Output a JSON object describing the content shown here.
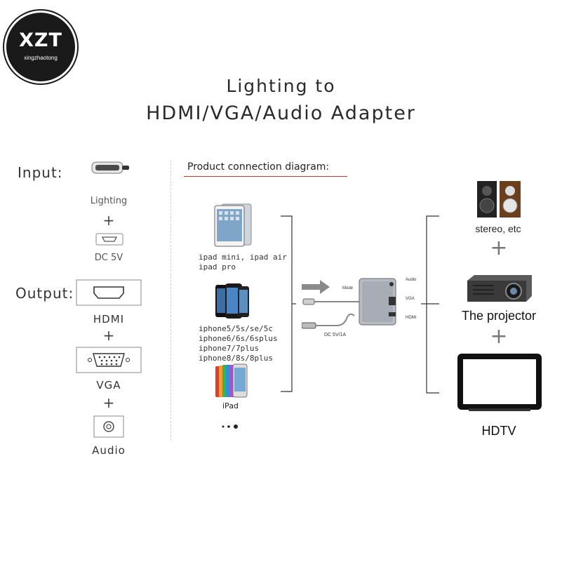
{
  "logo": {
    "brand": "XZT",
    "sub": "xingzhaotong"
  },
  "title": {
    "line1": "Lighting to",
    "line2": "HDMI/VGA/Audio Adapter"
  },
  "left": {
    "input_label": "Input:",
    "lighting": "Lighting",
    "dc": "DC  5V",
    "output_label": "Output:",
    "hdmi": "HDMI",
    "vga": "VGA",
    "audio": "Audio",
    "plus": "+"
  },
  "diagram": {
    "heading": "Product connection diagram:",
    "ipad_text": [
      "ipad mini, ipad air",
      "ipad pro"
    ],
    "iphone_text": [
      "iphone5/5s/se/5c",
      "iphone6/6s/6splus",
      "iphone7/7plus",
      "iphone8/8s/8plus"
    ],
    "ipod_label": "iPad",
    "adapter_labels": {
      "mode": "Mode",
      "audio": "Audio",
      "vga": "VGA",
      "hdmi": "HDMI",
      "dc": "DC 5V/1A"
    }
  },
  "right": {
    "stereo": "stereo, etc",
    "projector": "The projector",
    "hdtv": "HDTV",
    "plus": "+"
  },
  "colors": {
    "accent_line": "#c0392b",
    "logo_bg": "#1a1a1a"
  }
}
